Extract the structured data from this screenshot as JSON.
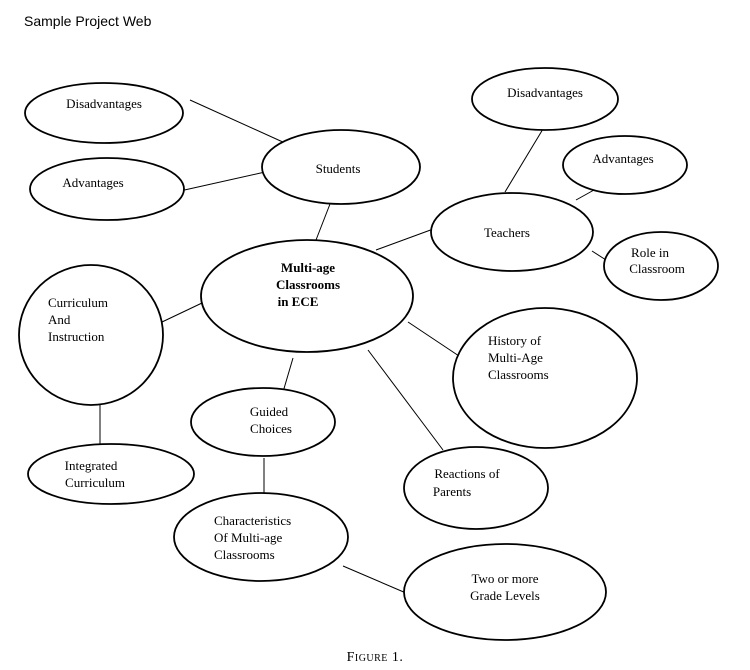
{
  "title": "Sample Project Web",
  "caption": "Figure 1.",
  "nodes": {
    "center": [
      "Multi-age",
      "Classrooms",
      "in ECE"
    ],
    "students": [
      "Students"
    ],
    "students_disadvantages": [
      "Disadvantages"
    ],
    "students_advantages": [
      "Advantages"
    ],
    "teachers": [
      "Teachers"
    ],
    "teachers_disadvantages": [
      "Disadvantages"
    ],
    "teachers_advantages": [
      "Advantages"
    ],
    "teachers_role": [
      "Role in",
      "Classroom"
    ],
    "curriculum": [
      "Curriculum",
      "And",
      "Instruction"
    ],
    "integrated": [
      "Integrated",
      "Curriculum"
    ],
    "history": [
      "History of",
      "Multi-Age",
      "Classrooms"
    ],
    "guided": [
      "Guided",
      "Choices"
    ],
    "characteristics": [
      "Characteristics",
      "Of Multi-age",
      "Classrooms"
    ],
    "reactions": [
      "Reactions of",
      "Parents"
    ],
    "grade_levels": [
      "Two or more",
      "Grade Levels"
    ]
  }
}
